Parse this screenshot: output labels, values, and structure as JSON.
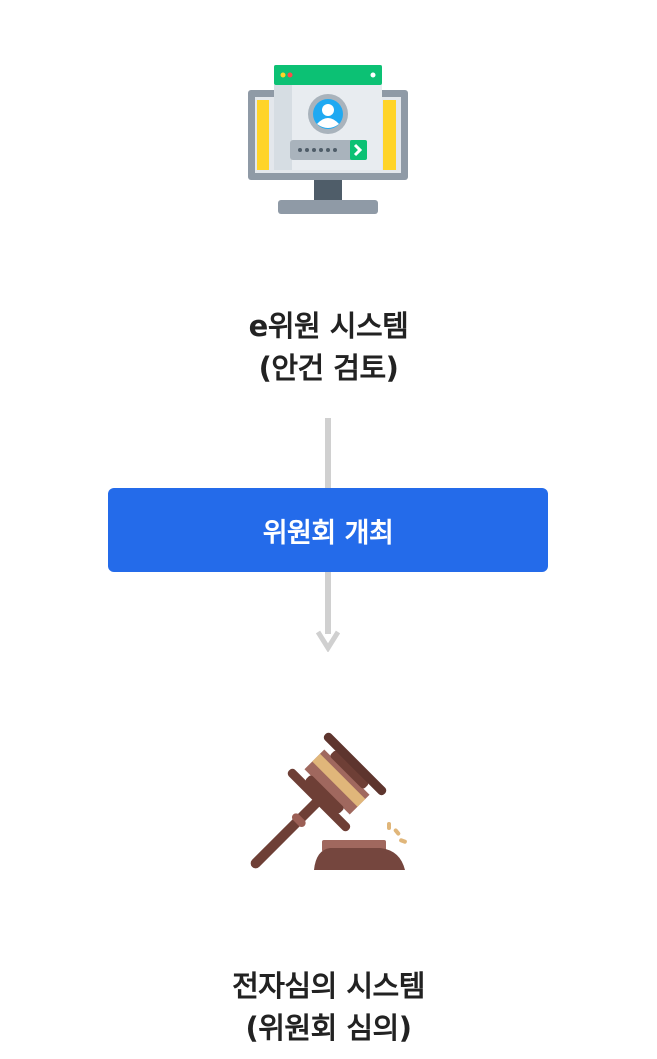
{
  "step1": {
    "icon": "computer-login-icon",
    "title_line1": "e위원 시스템",
    "title_line2": "(안건 검토)"
  },
  "action": {
    "label": "위원회 개최",
    "color": "#246bea"
  },
  "step2": {
    "icon": "gavel-icon",
    "title_line1": "전자심의 시스템",
    "title_line2": "(위원회 심의)"
  }
}
